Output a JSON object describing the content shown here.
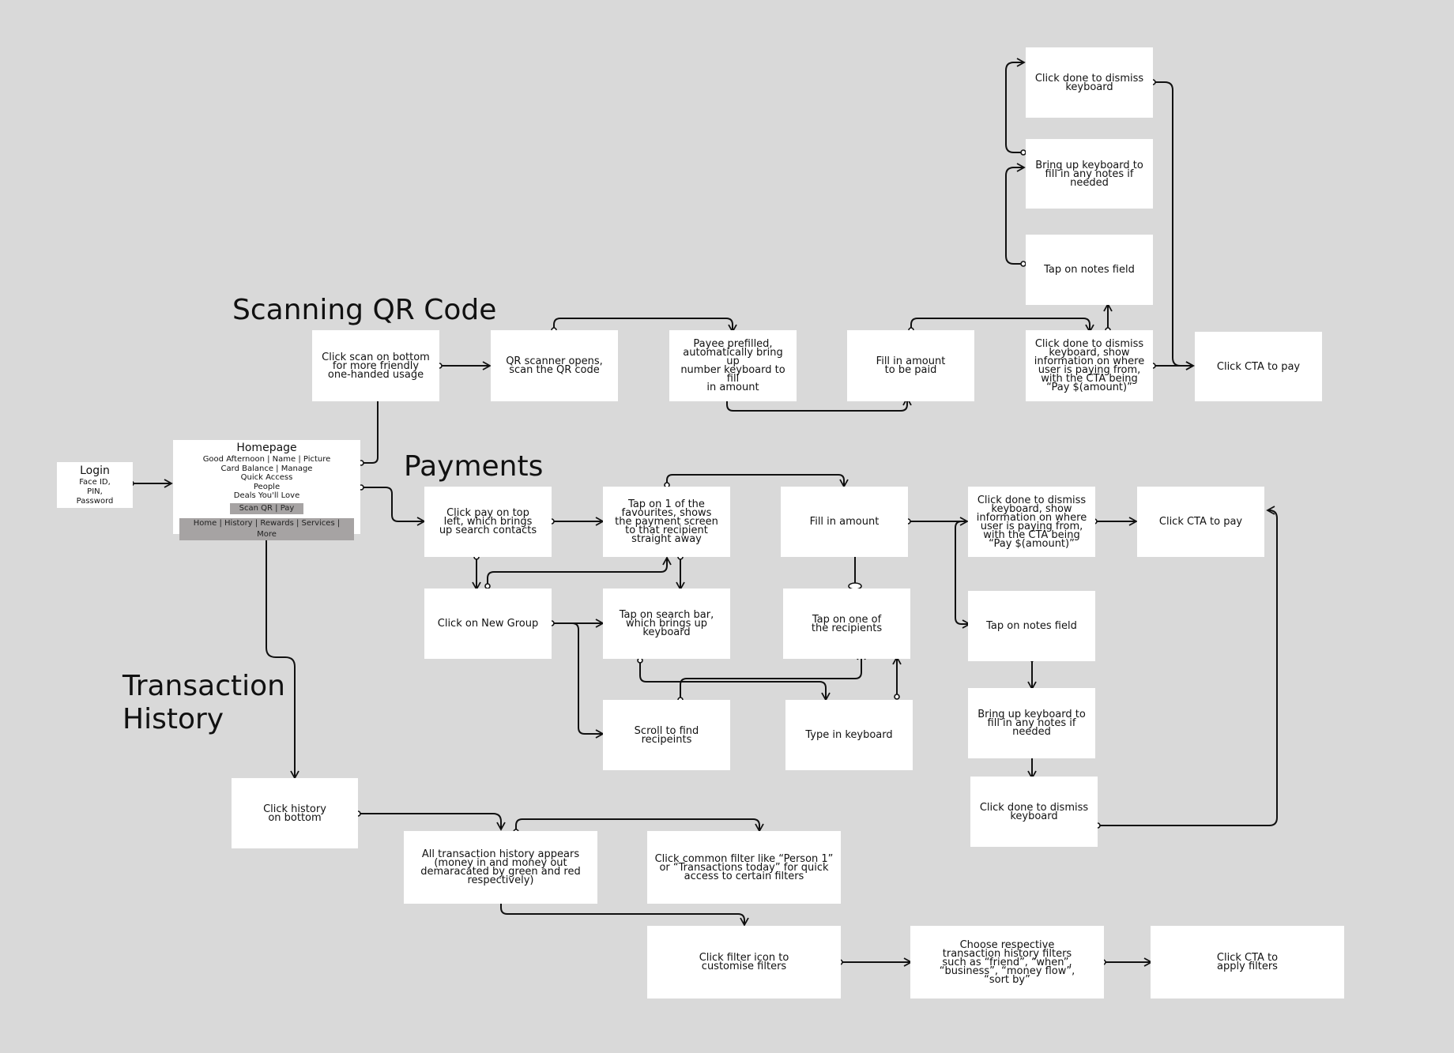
{
  "sections": {
    "qr": "Scanning QR Code",
    "payments": "Payments",
    "history": "Transaction\nHistory"
  },
  "login": {
    "title": "Login",
    "detail": "Face ID,\nPIN,\nPassword"
  },
  "homepage": {
    "title": "Homepage",
    "lines": [
      "Good Afternoon | Name | Picture",
      "Card Balance | Manage",
      "Quick Access",
      "People",
      "Deals You'll Love"
    ],
    "scan_bar": "Scan QR | Pay",
    "tab_bar": "Home | History | Rewards | Services | More"
  },
  "qr_flow": {
    "click_scan": "Click scan on bottom\nfor more friendly\none-handed usage",
    "scanner_opens": "QR scanner opens,\nscan the QR code",
    "payee_prefilled": "Payee prefilled,\nautomatically bring up\nnumber keyboard to fill\nin amount",
    "fill_amount": "Fill in amount\nto be paid",
    "done_keyboard_show": "Click done to dismiss\nkeyboard, show\ninformation on where\nuser is paying from,\nwith the CTA being\n“Pay $(amount)”",
    "tap_notes": "Tap on notes field",
    "bring_keyboard": "Bring up keyboard to\nfill in any notes if\nneeded",
    "done_dismiss": "Click done to dismiss\nkeyboard",
    "cta_pay": "Click CTA to pay"
  },
  "pay_flow": {
    "click_pay": "Click pay on top\nleft, which brings\nup search contacts",
    "tap_favourite": "Tap on 1 of the\nfavourites, shows\nthe payment screen\nto that recipient\nstraight away",
    "fill_amount": "Fill in amount",
    "done_keyboard_show": "Click done to dismiss\nkeyboard, show\ninformation on where\nuser is paying from,\nwith the CTA being\n“Pay $(amount)”",
    "cta_pay": "Click CTA to pay",
    "new_group": "Click on New Group",
    "search_bar": "Tap on search bar,\nwhich brings up\nkeyboard",
    "tap_recipient": "Tap on one of\nthe recipients",
    "tap_notes": "Tap on notes field",
    "scroll_find": "Scroll to find\nrecipeints",
    "type_keyboard": "Type in keyboard",
    "bring_keyboard": "Bring up keyboard to\nfill in any notes if\nneeded",
    "done_dismiss": "Click done to dismiss\nkeyboard"
  },
  "history_flow": {
    "click_history": "Click history\non bottom",
    "all_history": "All transaction history appears\n(money in and money out\ndemaracated by green and red\nrespectively)",
    "common_filter": "Click common filter like “Person 1”\nor “Transactions today” for quick\naccess to certain filters",
    "filter_icon": "Click filter icon to\ncustomise filters",
    "choose_filters": "Choose respective\ntransaction history filters\nsuch as “friend”, “when”,\n“business”, “money flow”,\n“sort by”",
    "cta_apply": "Click CTA to\napply filters"
  }
}
